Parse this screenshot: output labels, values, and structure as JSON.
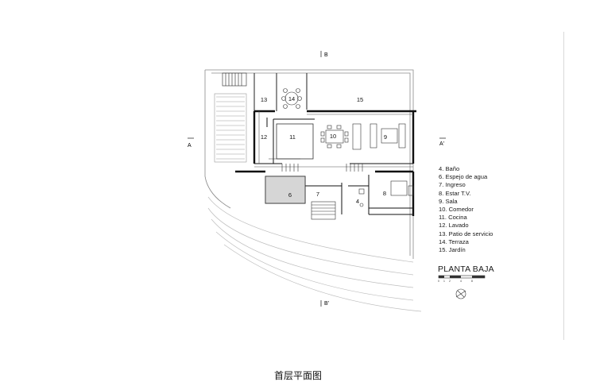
{
  "sections": {
    "b_top": "B",
    "b_bottom": "B'",
    "a_left": "A",
    "a_right": "A'"
  },
  "rooms": [
    {
      "id": "r4",
      "label": "4"
    },
    {
      "id": "r6",
      "label": "6"
    },
    {
      "id": "r7",
      "label": "7"
    },
    {
      "id": "r8",
      "label": "8"
    },
    {
      "id": "r9",
      "label": "9"
    },
    {
      "id": "r10",
      "label": "10"
    },
    {
      "id": "r11",
      "label": "11"
    },
    {
      "id": "r12",
      "label": "12"
    },
    {
      "id": "r13",
      "label": "13"
    },
    {
      "id": "r14",
      "label": "14"
    },
    {
      "id": "r15",
      "label": "15"
    }
  ],
  "legend": [
    "4. Baño",
    "6. Espejo de agua",
    "7. Ingreso",
    "8. Estar T.V.",
    "9. Sala",
    "10. Comedor",
    "11. Cocina",
    "12. Lavado",
    "13. Patio de servicio",
    "14. Terraza",
    "15. Jardín"
  ],
  "plan_title": "PLANTA BAJA",
  "scale_labels": [
    "0",
    "1",
    "2",
    "4",
    "8"
  ],
  "caption": "首层平面图"
}
